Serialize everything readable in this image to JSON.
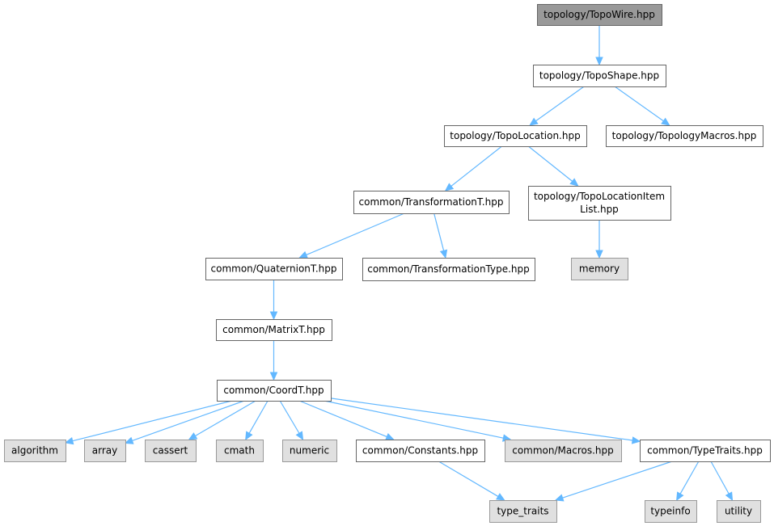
{
  "colors": {
    "root_fill": "#999999",
    "root_border": "#666666",
    "local_fill": "#ffffff",
    "local_border": "#666666",
    "system_fill": "#e0e0e0",
    "system_border": "#999999",
    "edge": "#63b8ff"
  },
  "nodes": [
    {
      "id": "topowire",
      "lines": [
        "topology/TopoWire.hpp"
      ],
      "kind": "root",
      "interactable": true
    },
    {
      "id": "toposhape",
      "lines": [
        "topology/TopoShape.hpp"
      ],
      "kind": "local",
      "interactable": true
    },
    {
      "id": "topolocation",
      "lines": [
        "topology/TopoLocation.hpp"
      ],
      "kind": "local",
      "interactable": true
    },
    {
      "id": "topologymacros",
      "lines": [
        "topology/TopologyMacros.hpp"
      ],
      "kind": "local",
      "interactable": true
    },
    {
      "id": "transformationt",
      "lines": [
        "common/TransformationT.hpp"
      ],
      "kind": "local",
      "interactable": true
    },
    {
      "id": "topolocationitemlist",
      "lines": [
        "topology/TopoLocationItem",
        "List.hpp"
      ],
      "kind": "local",
      "interactable": true
    },
    {
      "id": "quaterniont",
      "lines": [
        "common/QuaternionT.hpp"
      ],
      "kind": "local",
      "interactable": true
    },
    {
      "id": "transformationtype",
      "lines": [
        "common/TransformationType.hpp"
      ],
      "kind": "local",
      "interactable": true
    },
    {
      "id": "memory",
      "lines": [
        "memory"
      ],
      "kind": "system",
      "interactable": false
    },
    {
      "id": "matrixt",
      "lines": [
        "common/MatrixT.hpp"
      ],
      "kind": "local",
      "interactable": true
    },
    {
      "id": "coordt",
      "lines": [
        "common/CoordT.hpp"
      ],
      "kind": "local",
      "interactable": true
    },
    {
      "id": "algorithm",
      "lines": [
        "algorithm"
      ],
      "kind": "system",
      "interactable": false
    },
    {
      "id": "array",
      "lines": [
        "array"
      ],
      "kind": "system",
      "interactable": false
    },
    {
      "id": "cassert",
      "lines": [
        "cassert"
      ],
      "kind": "system",
      "interactable": false
    },
    {
      "id": "cmath",
      "lines": [
        "cmath"
      ],
      "kind": "system",
      "interactable": false
    },
    {
      "id": "numeric",
      "lines": [
        "numeric"
      ],
      "kind": "system",
      "interactable": false
    },
    {
      "id": "constants",
      "lines": [
        "common/Constants.hpp"
      ],
      "kind": "local",
      "interactable": true
    },
    {
      "id": "macros",
      "lines": [
        "common/Macros.hpp"
      ],
      "kind": "system",
      "interactable": false
    },
    {
      "id": "typetraitshpp",
      "lines": [
        "common/TypeTraits.hpp"
      ],
      "kind": "local",
      "interactable": true
    },
    {
      "id": "type_traits",
      "lines": [
        "type_traits"
      ],
      "kind": "system",
      "interactable": false
    },
    {
      "id": "typeinfo",
      "lines": [
        "typeinfo"
      ],
      "kind": "system",
      "interactable": false
    },
    {
      "id": "utility",
      "lines": [
        "utility"
      ],
      "kind": "system",
      "interactable": false
    }
  ],
  "edges": [
    {
      "from": "topowire",
      "to": "toposhape"
    },
    {
      "from": "toposhape",
      "to": "topolocation"
    },
    {
      "from": "toposhape",
      "to": "topologymacros"
    },
    {
      "from": "topolocation",
      "to": "transformationt"
    },
    {
      "from": "topolocation",
      "to": "topolocationitemlist"
    },
    {
      "from": "transformationt",
      "to": "quaterniont"
    },
    {
      "from": "transformationt",
      "to": "transformationtype"
    },
    {
      "from": "topolocationitemlist",
      "to": "memory"
    },
    {
      "from": "quaterniont",
      "to": "matrixt"
    },
    {
      "from": "matrixt",
      "to": "coordt"
    },
    {
      "from": "coordt",
      "to": "algorithm"
    },
    {
      "from": "coordt",
      "to": "array"
    },
    {
      "from": "coordt",
      "to": "cassert"
    },
    {
      "from": "coordt",
      "to": "cmath"
    },
    {
      "from": "coordt",
      "to": "numeric"
    },
    {
      "from": "coordt",
      "to": "constants"
    },
    {
      "from": "coordt",
      "to": "macros"
    },
    {
      "from": "coordt",
      "to": "typetraitshpp"
    },
    {
      "from": "constants",
      "to": "type_traits"
    },
    {
      "from": "typetraitshpp",
      "to": "type_traits"
    },
    {
      "from": "typetraitshpp",
      "to": "typeinfo"
    },
    {
      "from": "typetraitshpp",
      "to": "utility"
    }
  ]
}
